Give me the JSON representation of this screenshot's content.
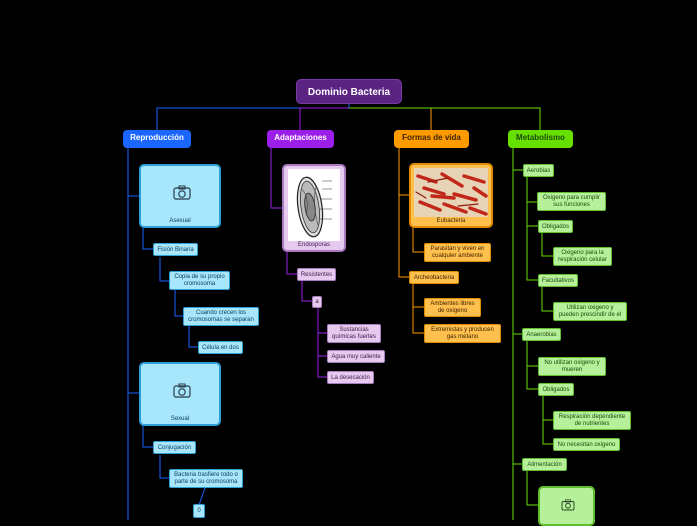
{
  "root": {
    "label": "Dominio Bacteria"
  },
  "colors": {
    "blue": "#1a66ff",
    "purple": "#9b1fe8",
    "orange": "#ff9b00",
    "green": "#66e000",
    "root": "#5b2483"
  },
  "branches": {
    "reproduccion": {
      "label": "Reproducción",
      "asexual": {
        "label": "Asexual",
        "icon": "camera-icon"
      },
      "fision": "Fisión Binaria",
      "copia": "Copia de su propio cromosoma",
      "cuando": "Cuando crecen los cromosomas se separan",
      "celula": "Célula en dos",
      "sexual": {
        "label": "Sexual",
        "icon": "camera-icon"
      },
      "conjugacion": "Conjugación",
      "bacteria_transfiere": "Bacteria trasfiere todo o parte de su cromosoma",
      "small_node": "0"
    },
    "adaptaciones": {
      "label": "Adaptaciones",
      "endosporas": {
        "label": "Endosporas",
        "icon": "endospore-diagram"
      },
      "resistentes": "Resistentes",
      "a": "a",
      "sustancias": "Sustancias químicas fuertes",
      "agua": "Agua muy caliente",
      "desecacion": "La desecación"
    },
    "formas": {
      "label": "Formas de vida",
      "eubacteria": {
        "label": "Eubacteria",
        "icon": "bacteria-photo"
      },
      "parasitan": "Parasitan y viven en cualquier ambiente",
      "archeobacteria": "Archeobacteria",
      "ambientes": "Ambientes libres de oxigeno",
      "extremistas": "Extremistas y producen gas metano"
    },
    "metabolismo": {
      "label": "Metabolismo",
      "aerobias": "Aerobias",
      "oxigeno_cumplir": "Oxigeno para cumplir sus funciones",
      "obligados1": "Obligados",
      "oxigeno_respiracion": "Oxigeno para la respiración celular",
      "facultativos": "Facultativos",
      "utilizan": "Utilizan oxigeno y pueden prescindir de el",
      "anaerobias": "Anaerobias",
      "no_utilizan": "No utilizan oxigeno y mueren",
      "obligados2": "Obligados",
      "respiracion_dependiente": "Respiración dependiente de nutrientes",
      "no_necesitan": "No necesitan oxigeno",
      "alimentacion": "Alimentación",
      "card_icon": "camera-icon"
    }
  }
}
